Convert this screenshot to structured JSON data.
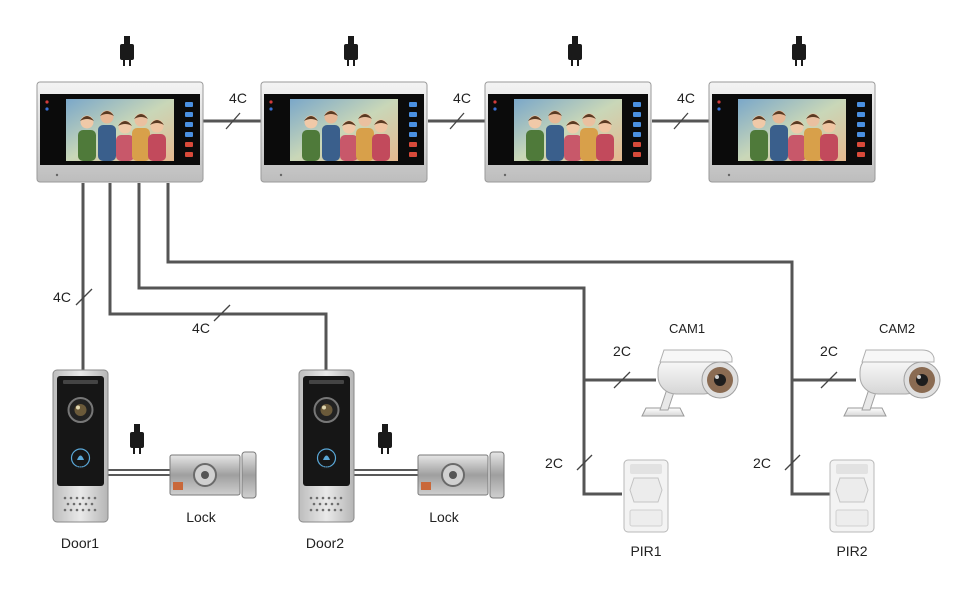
{
  "monitors": [
    {
      "name": "monitor-1"
    },
    {
      "name": "monitor-2"
    },
    {
      "name": "monitor-3"
    },
    {
      "name": "monitor-4"
    }
  ],
  "cable_labels": {
    "m1_m2": "4C",
    "m2_m3": "4C",
    "m3_m4": "4C",
    "door1": "4C",
    "door2": "4C",
    "cam1": "2C",
    "pir1": "2C",
    "cam2": "2C",
    "pir2": "2C"
  },
  "devices": {
    "door1": "Door1",
    "door2": "Door2",
    "lock1": "Lock",
    "lock2": "Lock",
    "cam1": "CAM1",
    "cam2": "CAM2",
    "pir1": "PIR1",
    "pir2": "PIR2"
  },
  "doorbell_button_text": "CALL",
  "colors": {
    "cable": "#555555",
    "monitor_frame": "#d8d8d8",
    "screen_bezel": "#0b0b0b",
    "panel_black": "#151515",
    "camera_white": "#f2f2f2",
    "lock_metal": "#a9a9a9"
  }
}
